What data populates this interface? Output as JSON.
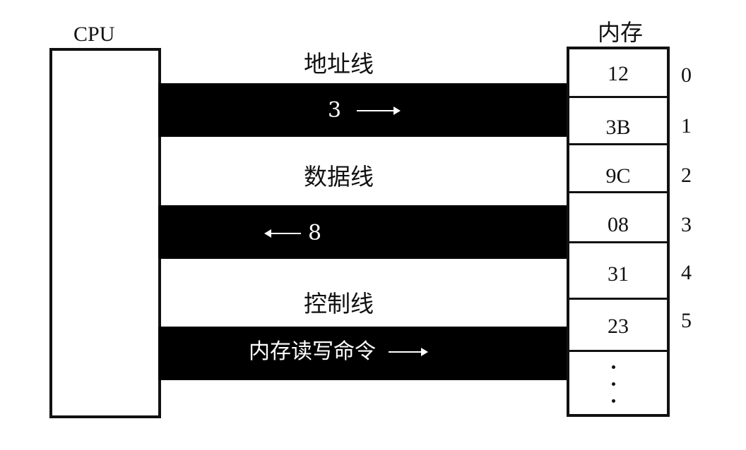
{
  "cpu": {
    "label": "CPU"
  },
  "memory": {
    "label": "内存",
    "cells": [
      {
        "value": "12",
        "address": "0"
      },
      {
        "value": "3B",
        "address": "1"
      },
      {
        "value": "9C",
        "address": "2"
      },
      {
        "value": "08",
        "address": "3"
      },
      {
        "value": "31",
        "address": "4"
      },
      {
        "value": "23",
        "address": "5"
      }
    ],
    "ellipsis": "⋮"
  },
  "buses": {
    "address": {
      "label": "地址线",
      "signal": "3",
      "direction": "right"
    },
    "data": {
      "label": "数据线",
      "signal": "8",
      "direction": "left"
    },
    "control": {
      "label": "控制线",
      "signal": "内存读写命令",
      "direction": "right"
    }
  },
  "colors": {
    "bus": "#000000",
    "border": "#111111",
    "background": "#ffffff",
    "bus_text": "#ffffff"
  }
}
